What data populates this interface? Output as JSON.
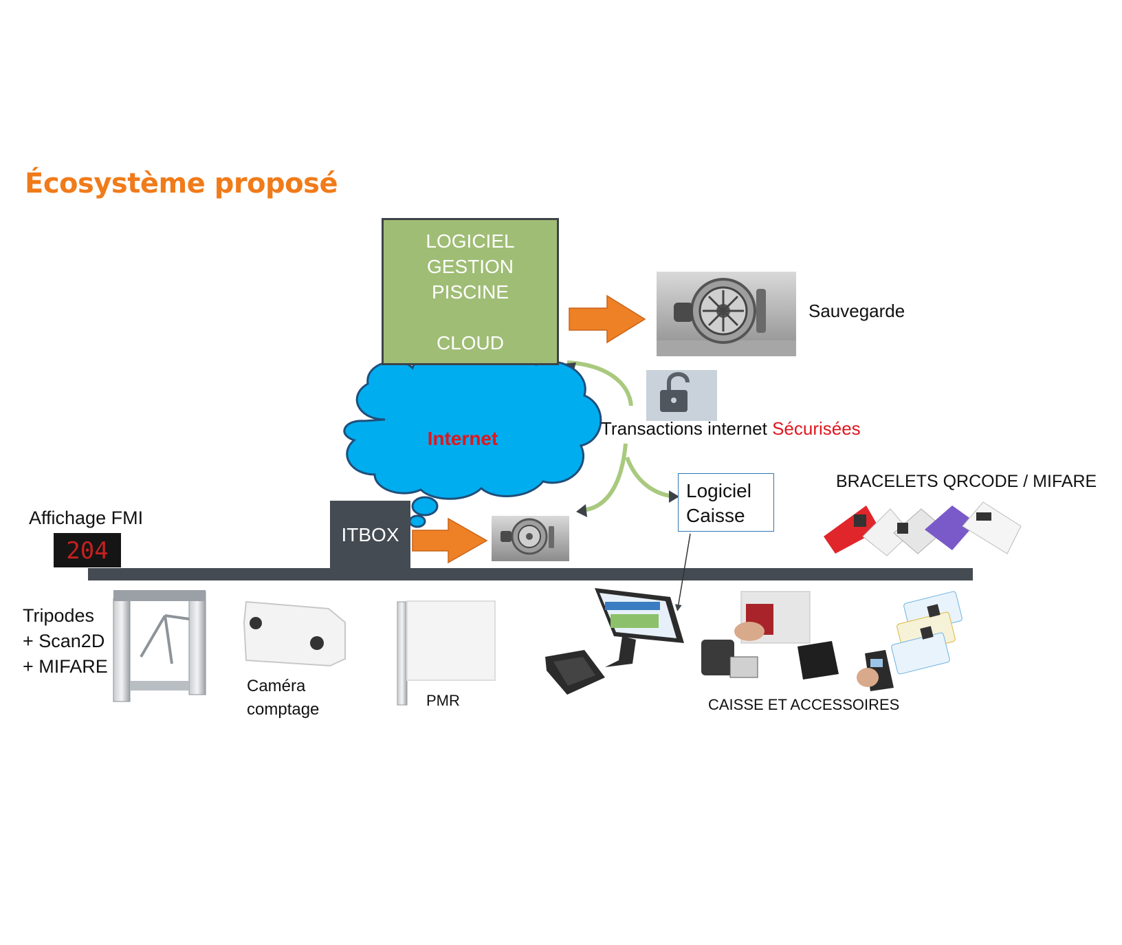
{
  "title": "Écosystème proposé",
  "cloud_box": {
    "lines": [
      "LOGICIEL",
      "GESTION",
      "PISCINE"
    ],
    "last_line": "CLOUD",
    "color": "#9fbd75"
  },
  "labels": {
    "sauvegarde": "Sauvegarde",
    "transactions_prefix": "Transactions internet",
    "transactions_secure": "Sécurisées",
    "internet": "Internet",
    "itbox": "ITBOX",
    "logiciel_caisse": [
      "Logiciel",
      "Caisse"
    ],
    "bracelets": "BRACELETS QRCODE / MIFARE",
    "affichage": "Affichage FMI",
    "display_digits": "204",
    "tripodes": [
      "Tripodes",
      "+ Scan2D",
      "+ MIFARE"
    ],
    "camera": [
      "Caméra",
      "comptage"
    ],
    "pmr": "PMR",
    "caisse_accessoires": "CAISSE ET ACCESSOIRES"
  },
  "icons": [
    "vault-safe-icon",
    "padlock-icon",
    "turnstile-icon",
    "counting-camera-icon",
    "pmr-gate-icon",
    "pos-terminal-icon",
    "cash-drawer-icon",
    "card-printer-icon",
    "receipt-printer-icon",
    "payment-terminal-icon",
    "access-cards-icon",
    "wristbands-icon"
  ],
  "colors": {
    "title": "#f07b1a",
    "arrow_orange": "#ee8026",
    "internet_cloud": "#00adef",
    "network_bus": "#454b52",
    "curve_green": "#a9c97f",
    "secure_red": "#e0161d"
  }
}
